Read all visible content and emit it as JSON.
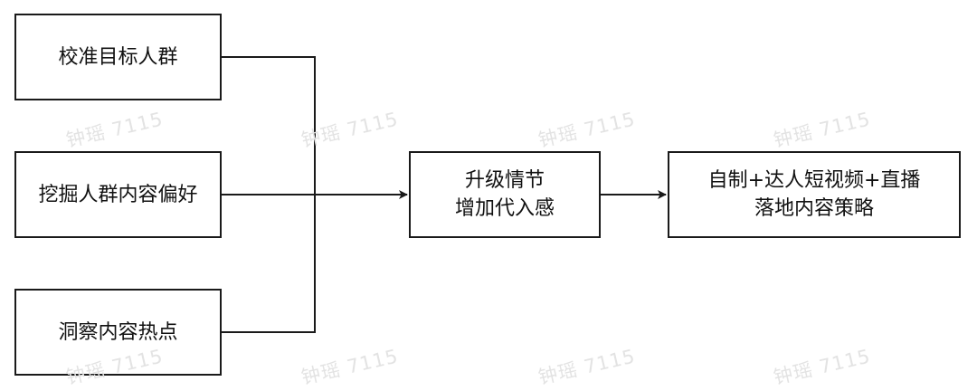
{
  "nodes": {
    "calibrate": "校准目标人群",
    "mine": "挖掘人群内容偏好",
    "insight": "洞察内容热点",
    "upgrade": [
      "升级情节",
      "增加代入感"
    ],
    "strategy": [
      "自制+达人短视频+直播",
      "落地内容策略"
    ]
  },
  "watermark": "钟瑶 7115",
  "colors": {
    "stroke": "#1a1a1a",
    "text": "#111111",
    "watermark": "#e3e3e3"
  }
}
